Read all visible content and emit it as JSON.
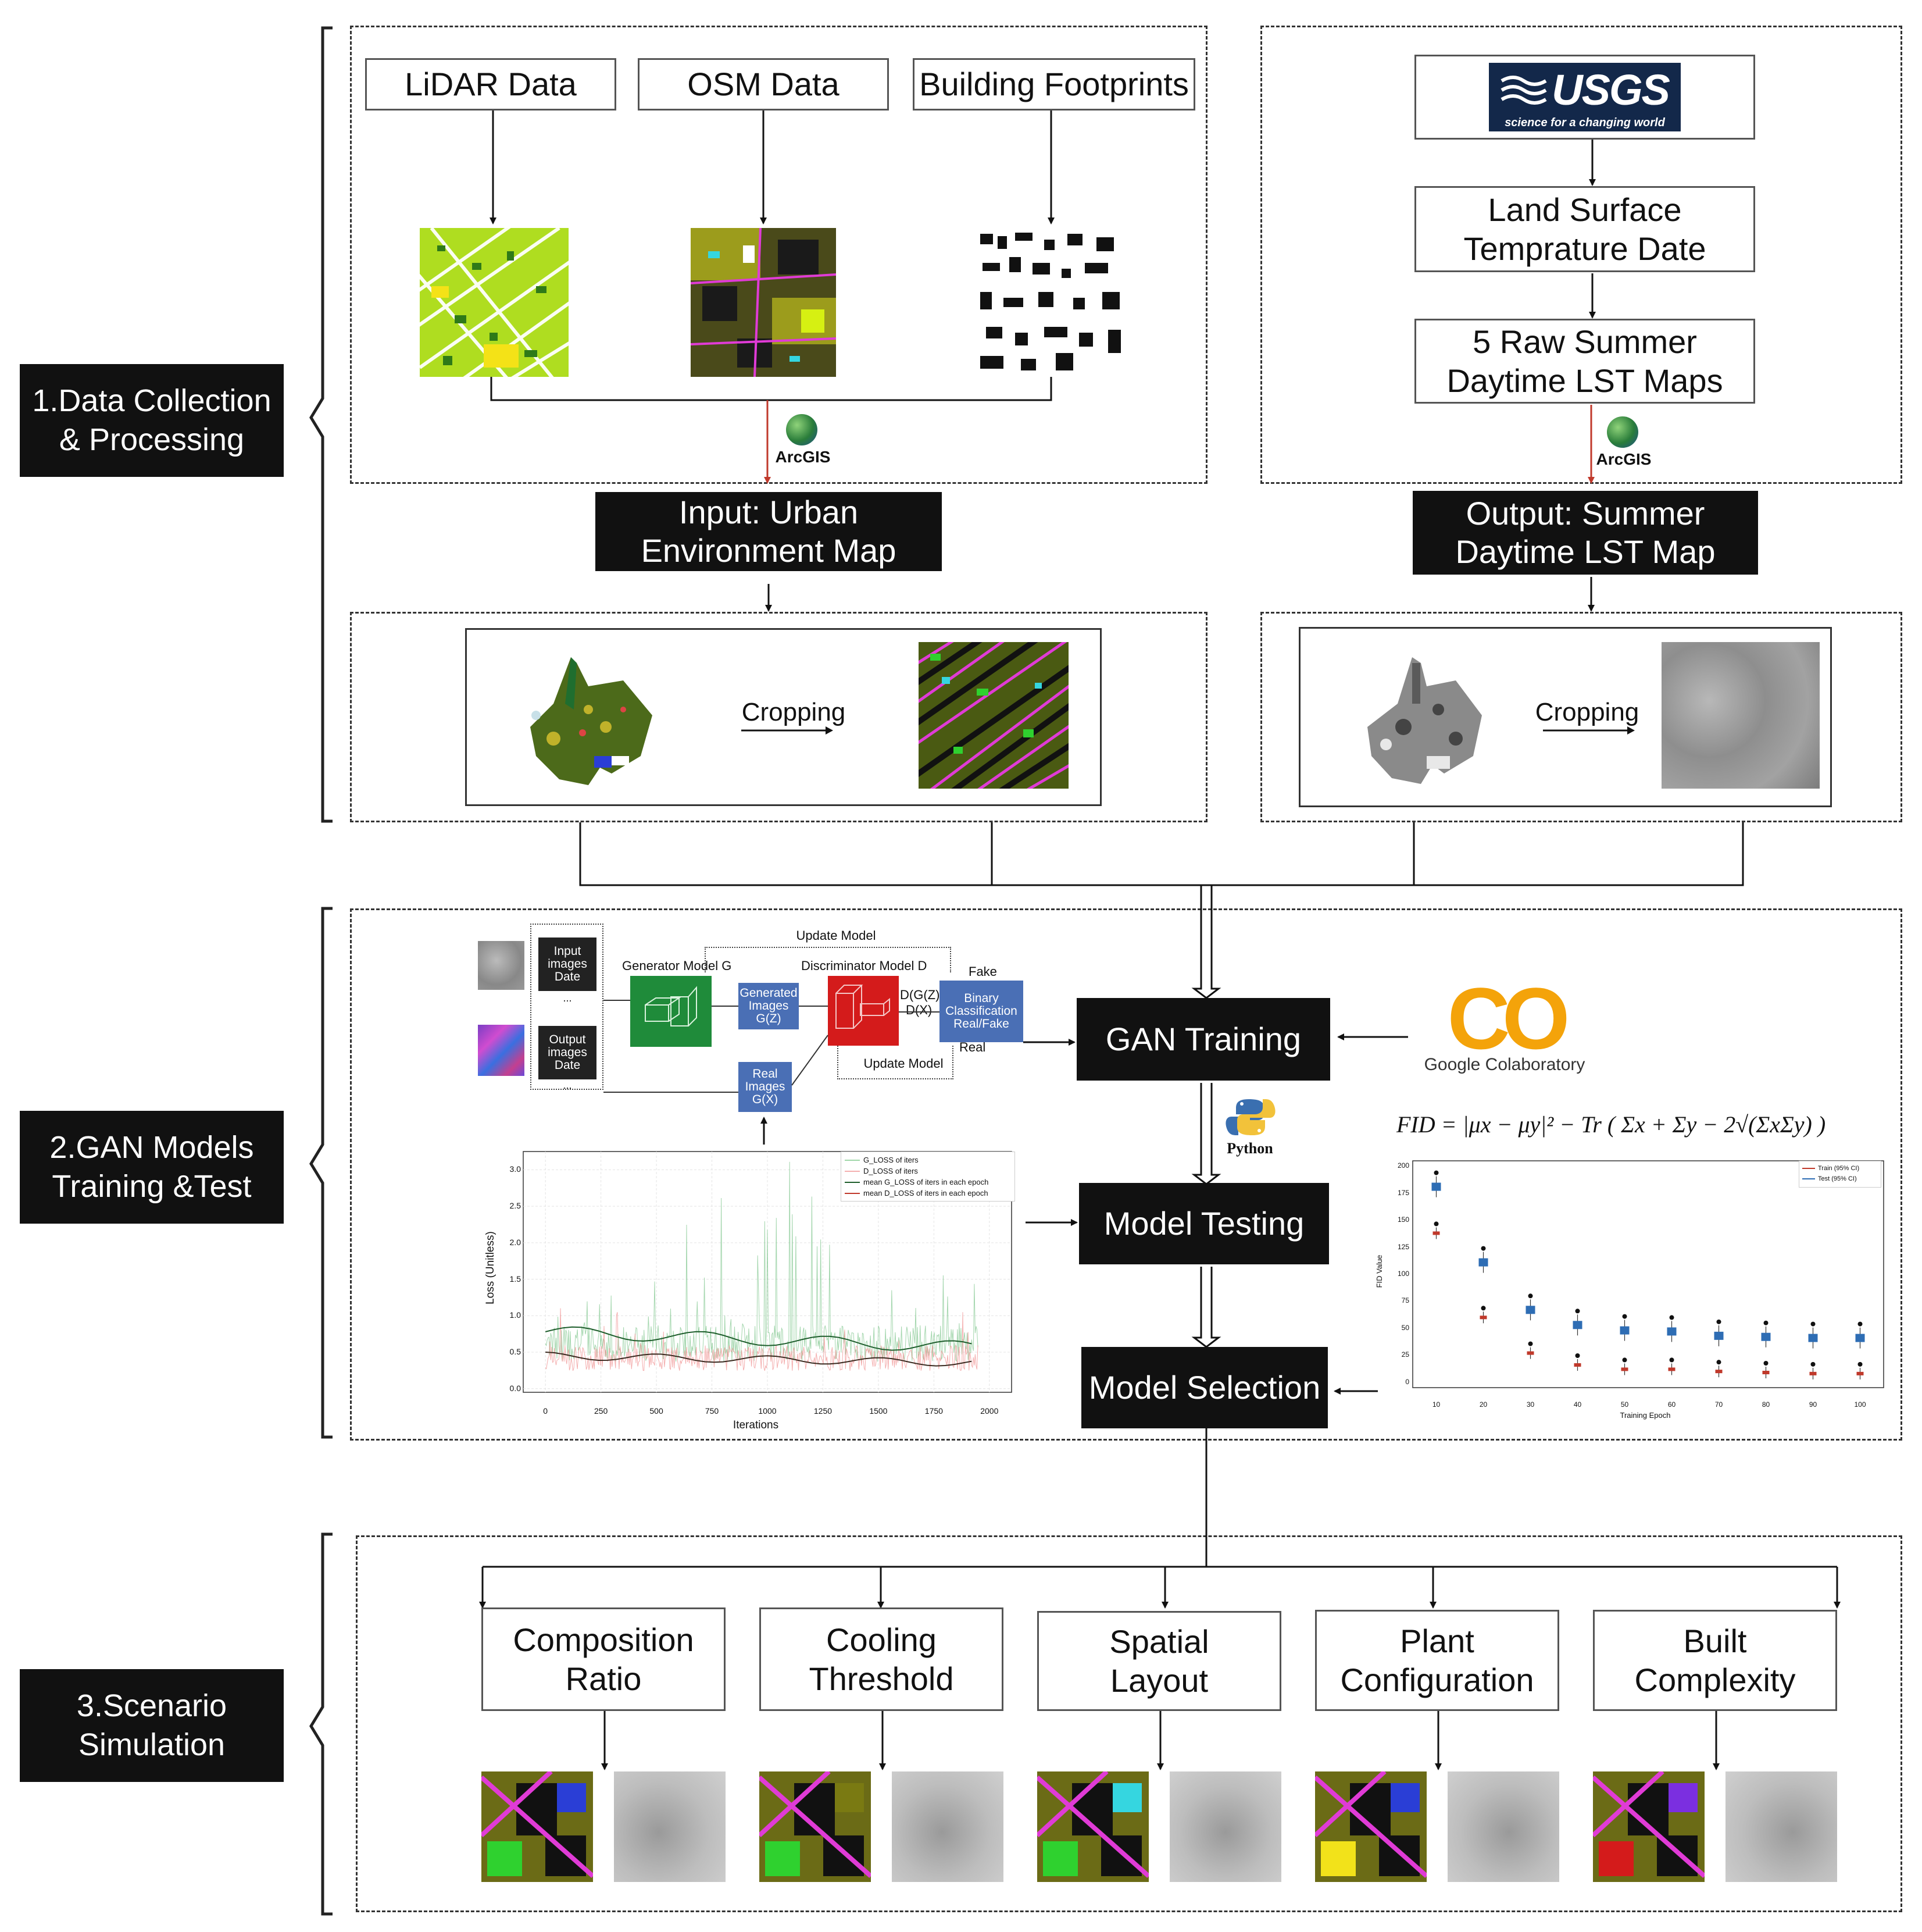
{
  "stages": {
    "s1": "1.Data Collection & Processing",
    "s2": "2.GAN Models Training &Test",
    "s3": "3.Scenario Simulation"
  },
  "sources": {
    "lidar": "LiDAR Data",
    "osm": "OSM Data",
    "footprints": "Building Footprints"
  },
  "usgs": {
    "logo": "USGS",
    "tagline": "science for a changing world"
  },
  "lst": {
    "date": "Land Surface Temprature Date",
    "raw": "5 Raw Summer Daytime LST Maps"
  },
  "arcgis": "ArcGIS",
  "io": {
    "input": "Input: Urban Environment Map",
    "output": "Output: Summer Daytime LST Map"
  },
  "cropping": "Cropping",
  "gan": {
    "training": "GAN Training",
    "testing": "Model Testing",
    "selection": "Model Selection",
    "colab_logo": "CO",
    "colab": "Google Colaboratory",
    "python": "Python",
    "fid": "FID = |μx − μy|² − Tr ( Σx + Σy − 2√(ΣxΣy) )"
  },
  "architecture": {
    "update_top": "Update Model",
    "update_bottom": "Update Model",
    "generator": "Generator Model G",
    "discriminator": "Discriminator Model D",
    "input_images": "Input images Date",
    "output_images": "Output images Date",
    "generated": "Generated Images G(Z)",
    "real_images": "Real Images G(X)",
    "dgz": "D(G(Z)",
    "dx": "D(X)",
    "binary": "Binary Classification Real/Fake",
    "fake": "Fake",
    "real": "Real",
    "ellipsis": "..."
  },
  "loss_chart": {
    "xlabel": "Iterations",
    "ylabel": "Loss (Unitless)",
    "legend": [
      "G_LOSS of iters",
      "D_LOSS of iters",
      "mean G_LOSS of iters in each epoch",
      "mean D_LOSS of iters in each epoch"
    ],
    "xticks": [
      "0",
      "250",
      "500",
      "750",
      "1000",
      "1250",
      "1500",
      "1750",
      "2000"
    ],
    "yticks": [
      "0.0",
      "0.5",
      "1.0",
      "1.5",
      "2.0",
      "2.5",
      "3.0"
    ]
  },
  "chart_data": {
    "type": "scatter",
    "xlabel": "Training Epoch",
    "ylabel": "FID Value",
    "x": [
      10,
      20,
      30,
      40,
      50,
      60,
      70,
      80,
      90,
      100
    ],
    "ylim": [
      0,
      200
    ],
    "yticks": [
      "0",
      "25",
      "50",
      "75",
      "100",
      "125",
      "150",
      "175",
      "200"
    ],
    "series": [
      {
        "name": "Train (95% CI)",
        "color": "#c0392b",
        "values": [
          138,
          60,
          27,
          16,
          12,
          12,
          10,
          9,
          8,
          8
        ]
      },
      {
        "name": "Test (95% CI)",
        "color": "#2e6db4",
        "values": [
          181,
          111,
          67,
          53,
          48,
          47,
          43,
          42,
          41,
          41
        ]
      }
    ],
    "legend_position": "top-right"
  },
  "scenarios": [
    {
      "label": "Composition Ratio"
    },
    {
      "label": "Cooling Threshold"
    },
    {
      "label": "Spatial Layout"
    },
    {
      "label": "Plant Configuration"
    },
    {
      "label": "Built Complexity"
    }
  ]
}
